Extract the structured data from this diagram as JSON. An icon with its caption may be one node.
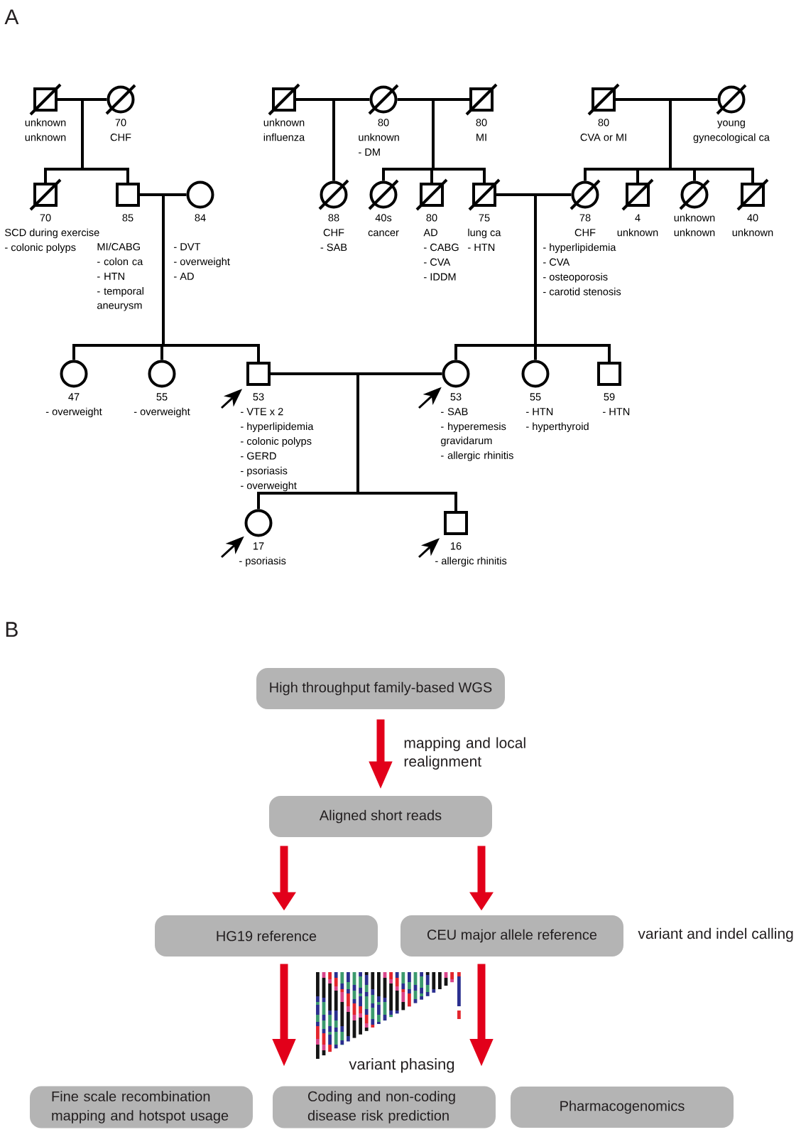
{
  "diagram": {
    "nodes": [
      {
        "text": [],
        "shape": "box",
        "beside": [
          "unknown",
          "unknown"
        ]
      },
      {
        "text": [],
        "shape": "circle",
        "beside": [
          "70",
          "CHF"
        ]
      },
      {
        "text": [],
        "shape": "box",
        "beside": [
          "unknown",
          "influenza"
        ]
      },
      {
        "text": [],
        "shape": "circle",
        "beside": [
          "80",
          "unknown",
          "- DM"
        ]
      },
      {
        "text": [],
        "shape": "box",
        "beside": [
          "80",
          "MI"
        ]
      },
      {
        "text": [],
        "shape": "box",
        "beside": [
          "80",
          "CVA or MI"
        ]
      },
      {
        "text": [],
        "shape": "circle",
        "beside": [
          "young",
          "gynecological ca"
        ]
      },
      {
        "text": [],
        "shape": "box",
        "beside": [
          "70",
          "SCD during exercise",
          "- colonic polyps"
        ]
      },
      {
        "text": [],
        "shape": "box",
        "beside": [
          "85",
          "MI/CABG",
          "- colon ca",
          "- HTN",
          "- temporal aneurysm"
        ]
      },
      {
        "text": [],
        "shape": "circle",
        "beside": [
          "84",
          "- DVT",
          "- overweight",
          "- AD"
        ]
      },
      {
        "text": [],
        "shape": "circle",
        "beside": [
          "88",
          "CHF",
          "- SAB"
        ]
      },
      {
        "text": [],
        "shape": "circle",
        "beside": [
          "40s",
          "cancer"
        ]
      },
      {
        "text": [],
        "shape": "box",
        "beside": [
          "80",
          "AD",
          "- CABG",
          "- CVA",
          "- IDDM"
        ]
      },
      {
        "text": [],
        "shape": "box",
        "beside": [
          "75",
          "lung ca",
          "- HTN"
        ]
      },
      {
        "text": [],
        "shape": "circle",
        "beside": [
          "78",
          "CHF",
          "- hyperlipidemia",
          "- CVA",
          "- osteoporosis",
          "- carotid stenosis"
        ]
      },
      {
        "text": [],
        "shape": "box",
        "beside": [
          "4",
          "unknown"
        ]
      },
      {
        "text": [],
        "shape": "circle",
        "beside": [
          "unknown",
          "unknown"
        ]
      },
      {
        "text": [],
        "shape": "box",
        "beside": [
          "40",
          "unknown"
        ]
      },
      {
        "text": [],
        "shape": "circle",
        "beside": [
          "47",
          "- overweight"
        ]
      },
      {
        "text": [],
        "shape": "circle",
        "beside": [
          "55",
          "- overweight"
        ]
      },
      {
        "text": [],
        "shape": "box",
        "beside": [
          "53",
          "- VTE x 2",
          "- hyperlipidemia",
          "- colonic polyps",
          "- GERD",
          "- psoriasis",
          "- overweight"
        ]
      },
      {
        "text": [],
        "shape": "circle",
        "beside": [
          "53",
          "- SAB",
          "- hyperemesis gravidarum",
          "- allergic rhinitis"
        ]
      },
      {
        "text": [],
        "shape": "circle",
        "beside": [
          "55",
          "- HTN",
          "- hyperthyroid"
        ]
      },
      {
        "text": [],
        "shape": "box",
        "beside": [
          "59",
          "- HTN"
        ]
      },
      {
        "text": [],
        "shape": "circle",
        "beside": [
          "17",
          "- psoriasis"
        ]
      },
      {
        "text": [],
        "shape": "box",
        "beside": [
          "16",
          "- allergic rhinitis"
        ]
      },
      {
        "text": [
          "High throughput family-based WGS"
        ]
      },
      {
        "text": [
          "Aligned short reads"
        ]
      },
      {
        "text": [
          "HG19 reference"
        ]
      },
      {
        "text": [
          "CEU major allele reference"
        ]
      },
      {
        "text": [
          "Fine scale recombination mapping and hotspot usage"
        ]
      },
      {
        "text": [
          "Coding and non-coding disease risk prediction"
        ]
      },
      {
        "text": [
          "Pharmacogenomics"
        ]
      }
    ],
    "edges": [
      {
        "from": 0,
        "to": 1,
        "arrow": "none"
      },
      {
        "from": 0,
        "to": 7,
        "arrow": "none"
      },
      {
        "from": 1,
        "to": 7,
        "arrow": "none"
      },
      {
        "from": 0,
        "to": 8,
        "arrow": "none"
      },
      {
        "from": 1,
        "to": 8,
        "arrow": "none"
      },
      {
        "from": 2,
        "to": 3,
        "arrow": "none"
      },
      {
        "from": 3,
        "to": 4,
        "arrow": "none"
      },
      {
        "from": 2,
        "to": 10,
        "arrow": "none"
      },
      {
        "from": 3,
        "to": 10,
        "arrow": "none"
      },
      {
        "from": 3,
        "to": 11,
        "arrow": "none"
      },
      {
        "from": 4,
        "to": 11,
        "arrow": "none"
      },
      {
        "from": 3,
        "to": 12,
        "arrow": "none"
      },
      {
        "from": 4,
        "to": 12,
        "arrow": "none"
      },
      {
        "from": 3,
        "to": 13,
        "arrow": "none"
      },
      {
        "from": 4,
        "to": 13,
        "arrow": "none"
      },
      {
        "from": 5,
        "to": 6,
        "arrow": "none"
      },
      {
        "from": 5,
        "to": 14,
        "arrow": "none"
      },
      {
        "from": 6,
        "to": 14,
        "arrow": "none"
      },
      {
        "from": 5,
        "to": 15,
        "arrow": "none"
      },
      {
        "from": 6,
        "to": 15,
        "arrow": "none"
      },
      {
        "from": 5,
        "to": 16,
        "arrow": "none"
      },
      {
        "from": 6,
        "to": 16,
        "arrow": "none"
      },
      {
        "from": 5,
        "to": 17,
        "arrow": "none"
      },
      {
        "from": 6,
        "to": 17,
        "arrow": "none"
      },
      {
        "from": 8,
        "to": 9,
        "arrow": "none"
      },
      {
        "from": 8,
        "to": 18,
        "arrow": "none"
      },
      {
        "from": 9,
        "to": 18,
        "arrow": "none"
      },
      {
        "from": 8,
        "to": 19,
        "arrow": "none"
      },
      {
        "from": 9,
        "to": 19,
        "arrow": "none"
      },
      {
        "from": 8,
        "to": 20,
        "arrow": "none"
      },
      {
        "from": 9,
        "to": 20,
        "arrow": "none"
      },
      {
        "from": 13,
        "to": 14,
        "arrow": "none"
      },
      {
        "from": 13,
        "to": 21,
        "arrow": "none"
      },
      {
        "from": 14,
        "to": 21,
        "arrow": "none"
      },
      {
        "from": 13,
        "to": 22,
        "arrow": "none"
      },
      {
        "from": 14,
        "to": 22,
        "arrow": "none"
      },
      {
        "from": 13,
        "to": 23,
        "arrow": "none"
      },
      {
        "from": 14,
        "to": 23,
        "arrow": "none"
      },
      {
        "from": 20,
        "to": 21,
        "arrow": "none"
      },
      {
        "from": 20,
        "to": 24,
        "arrow": "none"
      },
      {
        "from": 21,
        "to": 24,
        "arrow": "none"
      },
      {
        "from": 20,
        "to": 25,
        "arrow": "none"
      },
      {
        "from": 21,
        "to": 25,
        "arrow": "none"
      },
      {
        "from": null,
        "to": 20,
        "arrow": "to"
      },
      {
        "from": null,
        "to": 21,
        "arrow": "to"
      },
      {
        "from": null,
        "to": 24,
        "arrow": "to"
      },
      {
        "from": null,
        "to": 25,
        "arrow": "to"
      },
      {
        "from": 26,
        "to": 27,
        "arrow": "to",
        "label": "mapping and local realignment",
        "style": "thick",
        "color": "#e2001a"
      },
      {
        "from": 27,
        "to": 28,
        "arrow": "to",
        "style": "thick",
        "color": "#e2001a"
      },
      {
        "from": 27,
        "to": 29,
        "arrow": "to",
        "style": "thick",
        "color": "#e2001a"
      },
      {
        "from": 28,
        "to": 31,
        "arrow": "to",
        "style": "thick",
        "color": "#e2001a"
      },
      {
        "from": 29,
        "to": 31,
        "arrow": "to",
        "style": "thick",
        "color": "#e2001a"
      }
    ],
    "labels": [
      "A",
      "B",
      "variant and indel calling",
      "variant phasing"
    ]
  }
}
